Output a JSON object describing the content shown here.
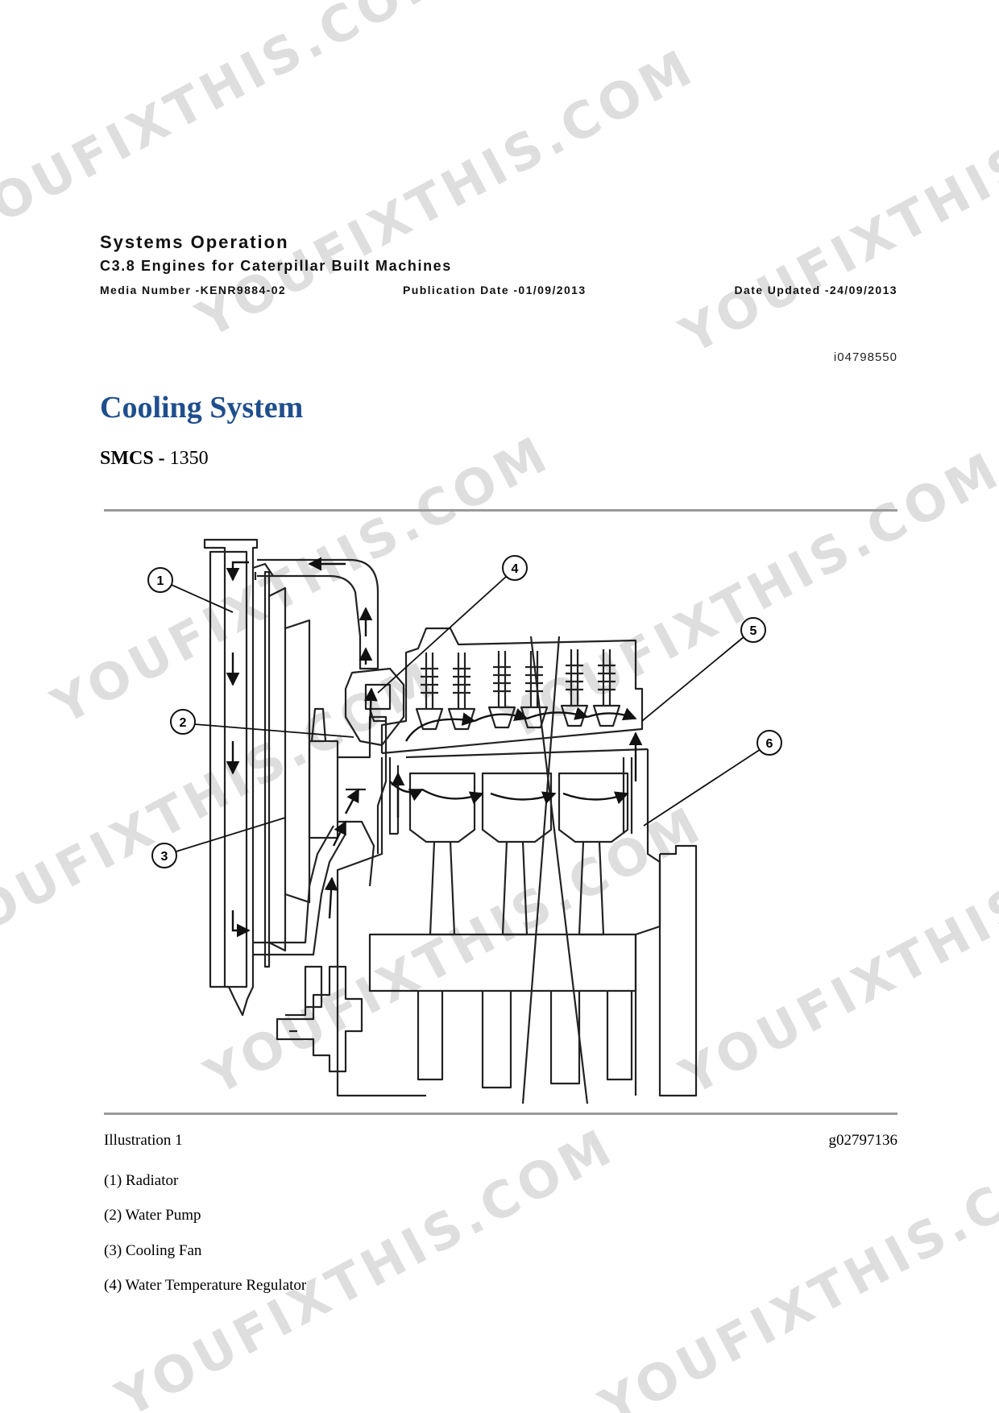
{
  "header": {
    "title": "Systems Operation",
    "subtitle": "C3.8 Engines for Caterpillar Built Machines",
    "media_number": "Media Number -KENR9884-02",
    "publication_date": "Publication Date -01/09/2013",
    "date_updated": "Date Updated -24/09/2013"
  },
  "doc_id": "i04798550",
  "page_title": "Cooling System",
  "smcs": {
    "label": "SMCS -",
    "value": "1350"
  },
  "figure": {
    "caption": "Illustration 1",
    "graphic_id": "g02797136",
    "callouts": [
      "1",
      "2",
      "3",
      "4",
      "5",
      "6"
    ]
  },
  "legend": [
    "(1) Radiator",
    "(2) Water Pump",
    "(3) Cooling Fan",
    "(4) Water Temperature Regulator"
  ],
  "watermark": "YOUFIXTHIS.COM",
  "colors": {
    "title": "#1f4e8c",
    "rule": "#9a9a9a",
    "watermark": "#d9d9d9"
  }
}
